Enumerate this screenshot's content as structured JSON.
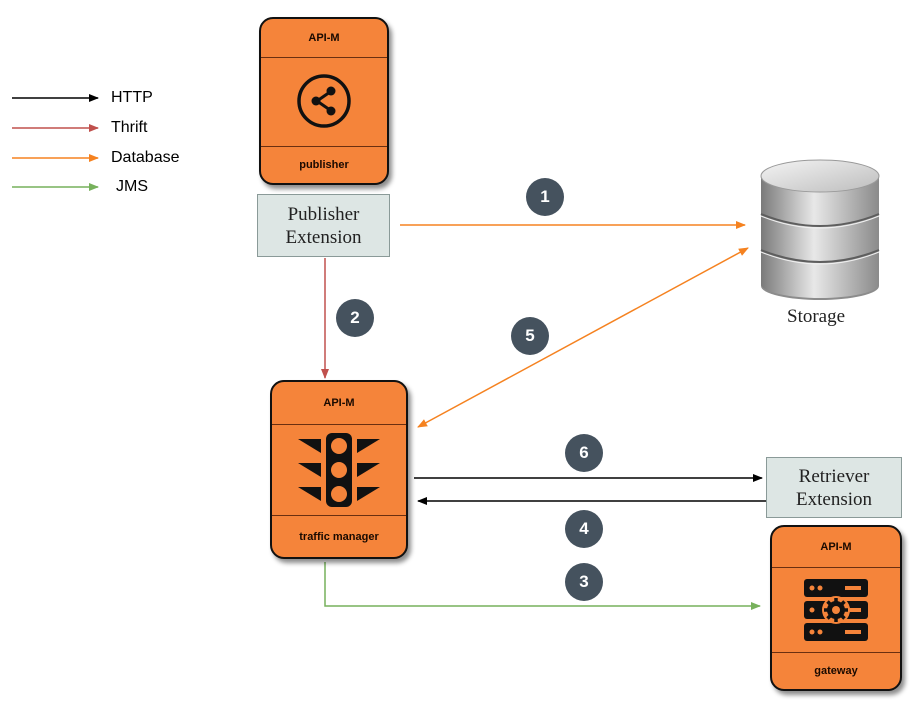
{
  "legend": [
    {
      "label": "HTTP",
      "color": "#000000"
    },
    {
      "label": "Thrift",
      "color": "#c0504d"
    },
    {
      "label": "Database",
      "color": "#f58220"
    },
    {
      "label": "JMS",
      "color": "#77b15c"
    }
  ],
  "nodes": {
    "publisher": {
      "header": "API-M",
      "footer": "publisher",
      "icon": "share-icon"
    },
    "traffic_manager": {
      "header": "API-M",
      "footer": "traffic manager",
      "icon": "traffic-light-icon"
    },
    "gateway": {
      "header": "API-M",
      "footer": "gateway",
      "icon": "server-gear-icon"
    }
  },
  "extensions": {
    "publisher_ext": {
      "line1": "Publisher",
      "line2": "Extension"
    },
    "retriever_ext": {
      "line1": "Retriever",
      "line2": "Extension"
    }
  },
  "storage": {
    "label": "Storage",
    "icon": "database-icon"
  },
  "steps": [
    "1",
    "2",
    "3",
    "4",
    "5",
    "6"
  ],
  "colors": {
    "card": "#f5843a",
    "badge": "#45525e",
    "extension_bg": "#dde6e4"
  }
}
